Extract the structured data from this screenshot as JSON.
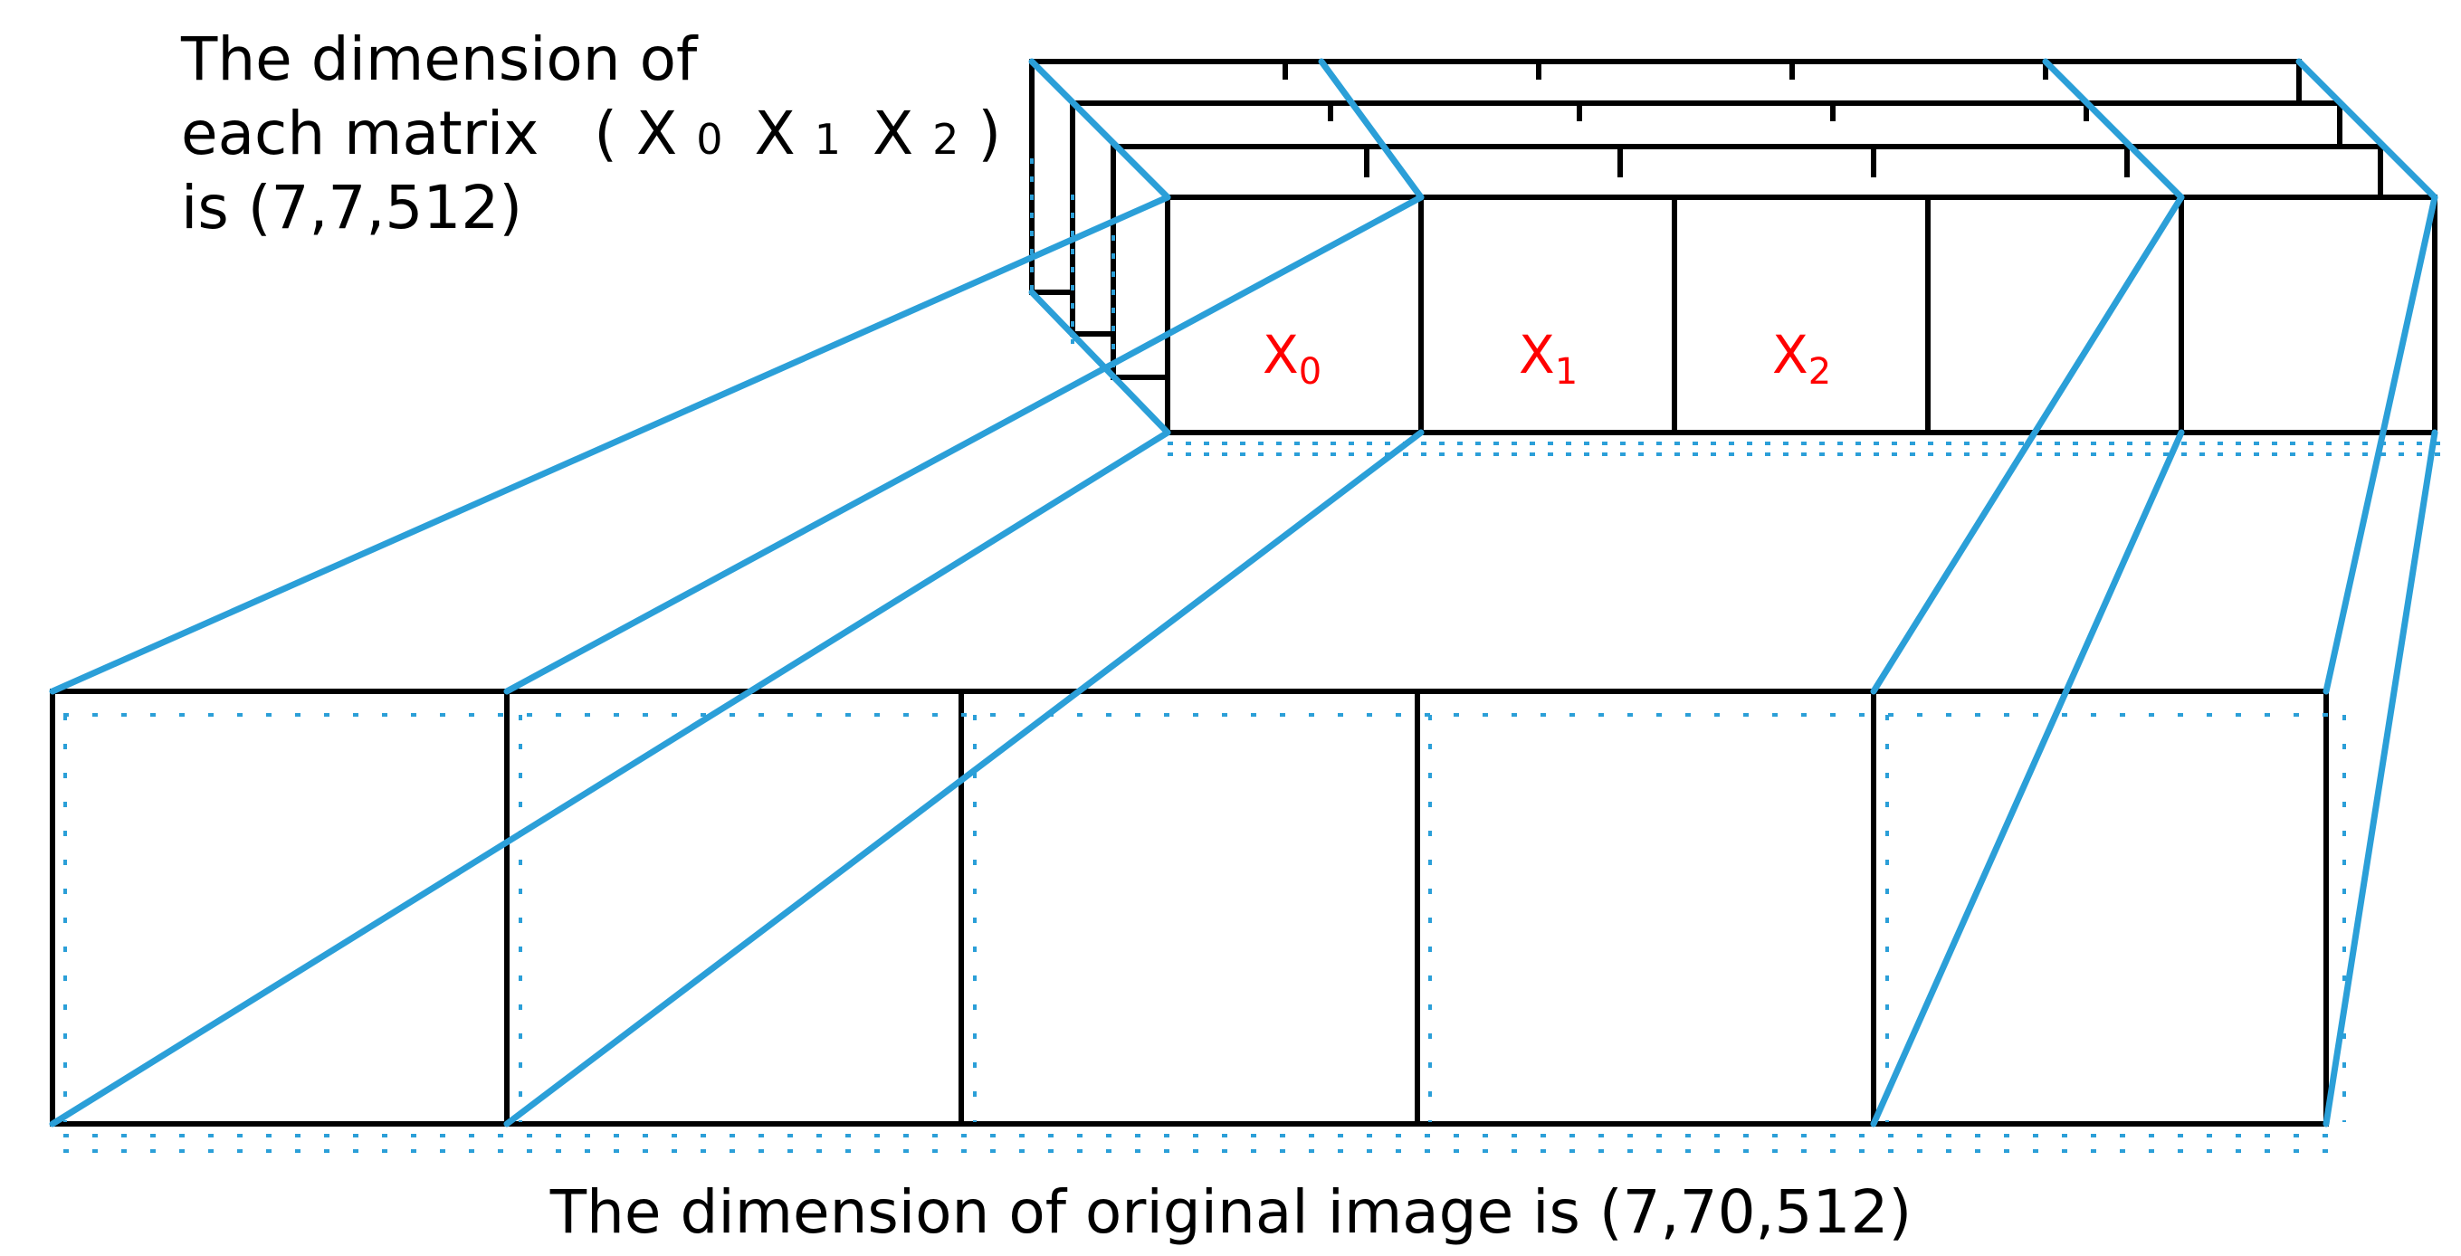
{
  "annotation": {
    "line1": "The dimension of",
    "line2_prefix": "each matrix",
    "line2_items": [
      {
        "base": "X",
        "sub": "0"
      },
      {
        "base": "X",
        "sub": "1"
      },
      {
        "base": "X",
        "sub": "2"
      }
    ],
    "line2_open": "(",
    "line2_close": ")",
    "line3": "is  (7,7,512)"
  },
  "matrix_labels": [
    {
      "base": "X",
      "sub": "0"
    },
    {
      "base": "X",
      "sub": "1"
    },
    {
      "base": "X",
      "sub": "2"
    }
  ],
  "caption": "The dimension of original image is  (7,70,512)",
  "colors": {
    "outline": "#000000",
    "connector": "#2b9fd8",
    "label": "#ff0000"
  }
}
